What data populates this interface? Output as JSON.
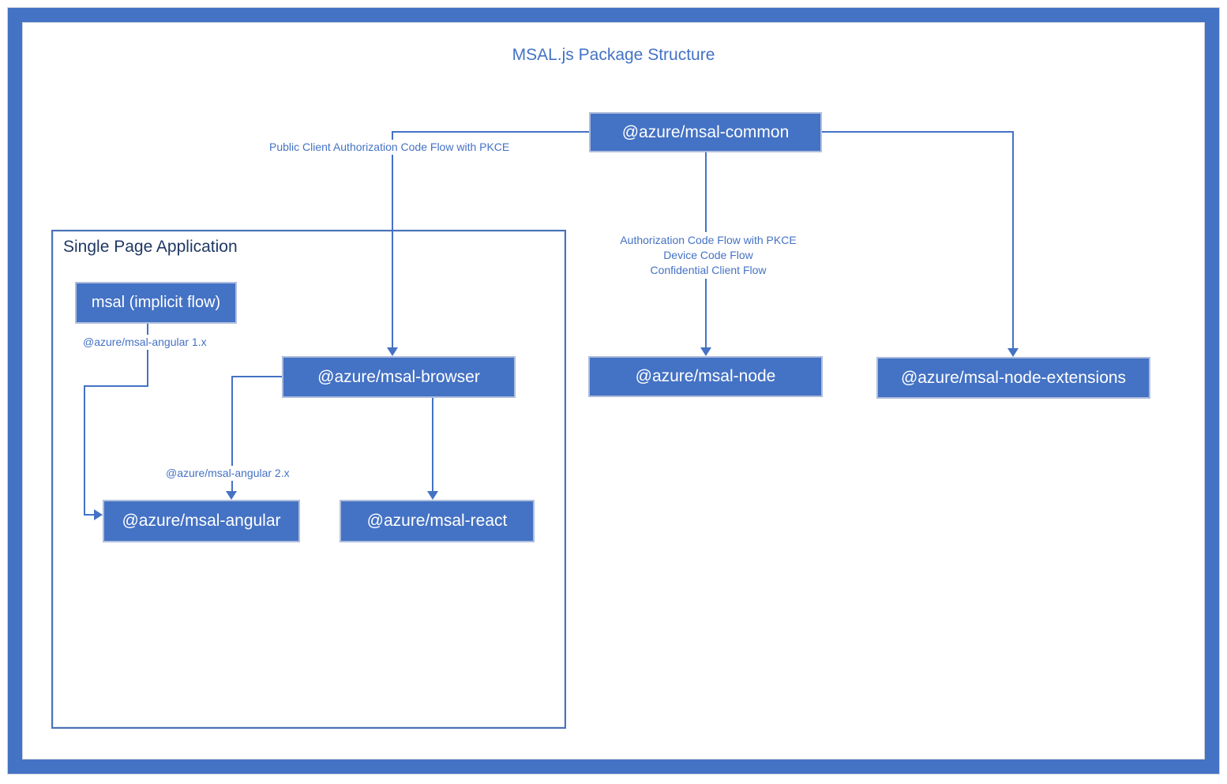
{
  "title": "MSAL.js Package Structure",
  "container": {
    "label": "Single Page Application"
  },
  "boxes": {
    "msal_common": "@azure/msal-common",
    "msal_browser": "@azure/msal-browser",
    "msal_node": "@azure/msal-node",
    "msal_node_extensions": "@azure/msal-node-extensions",
    "msal_implicit": "msal (implicit flow)",
    "msal_angular": "@azure/msal-angular",
    "msal_react": "@azure/msal-react"
  },
  "edge_labels": {
    "public_client_flow": "Public Client Authorization Code Flow with PKCE",
    "node_flows": [
      "Authorization Code Flow with PKCE",
      "Device Code Flow",
      "Confidential Client Flow"
    ],
    "angular_1x": "@azure/msal-angular 1.x",
    "angular_2x": "@azure/msal-angular 2.x"
  },
  "colors": {
    "accent_blue": "#4472C4",
    "box_border": "#AFBEDC",
    "dark_heading": "#1F3864",
    "background": "#FFFFFF"
  }
}
